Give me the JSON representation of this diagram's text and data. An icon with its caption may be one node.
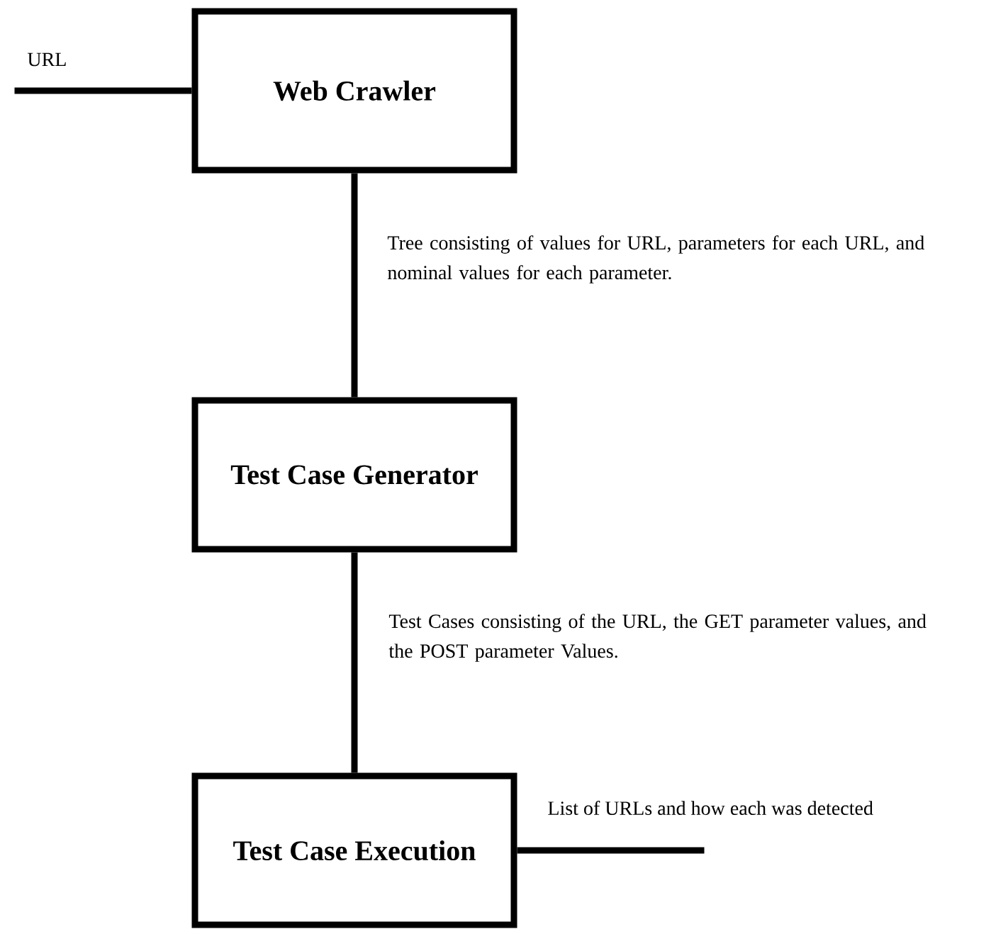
{
  "diagram": {
    "nodes": [
      {
        "text": [
          "Web Crawler"
        ]
      },
      {
        "text": [
          "Test Case Generator"
        ]
      },
      {
        "text": [
          "Test Case Execution"
        ]
      }
    ],
    "edges": [
      {
        "from": null,
        "to": 0,
        "arrow": "none",
        "label": "URL"
      },
      {
        "from": 0,
        "to": 1,
        "arrow": "none",
        "label": "Tree consisting of values for URL, parameters for each URL, and nominal values for each parameter."
      },
      {
        "from": 1,
        "to": 2,
        "arrow": "none",
        "label": "Test Cases consisting of the URL, the GET parameter values, and the POST parameter Values."
      },
      {
        "from": 2,
        "to": null,
        "arrow": "none",
        "label": "List of URLs and how each was detected"
      }
    ]
  }
}
